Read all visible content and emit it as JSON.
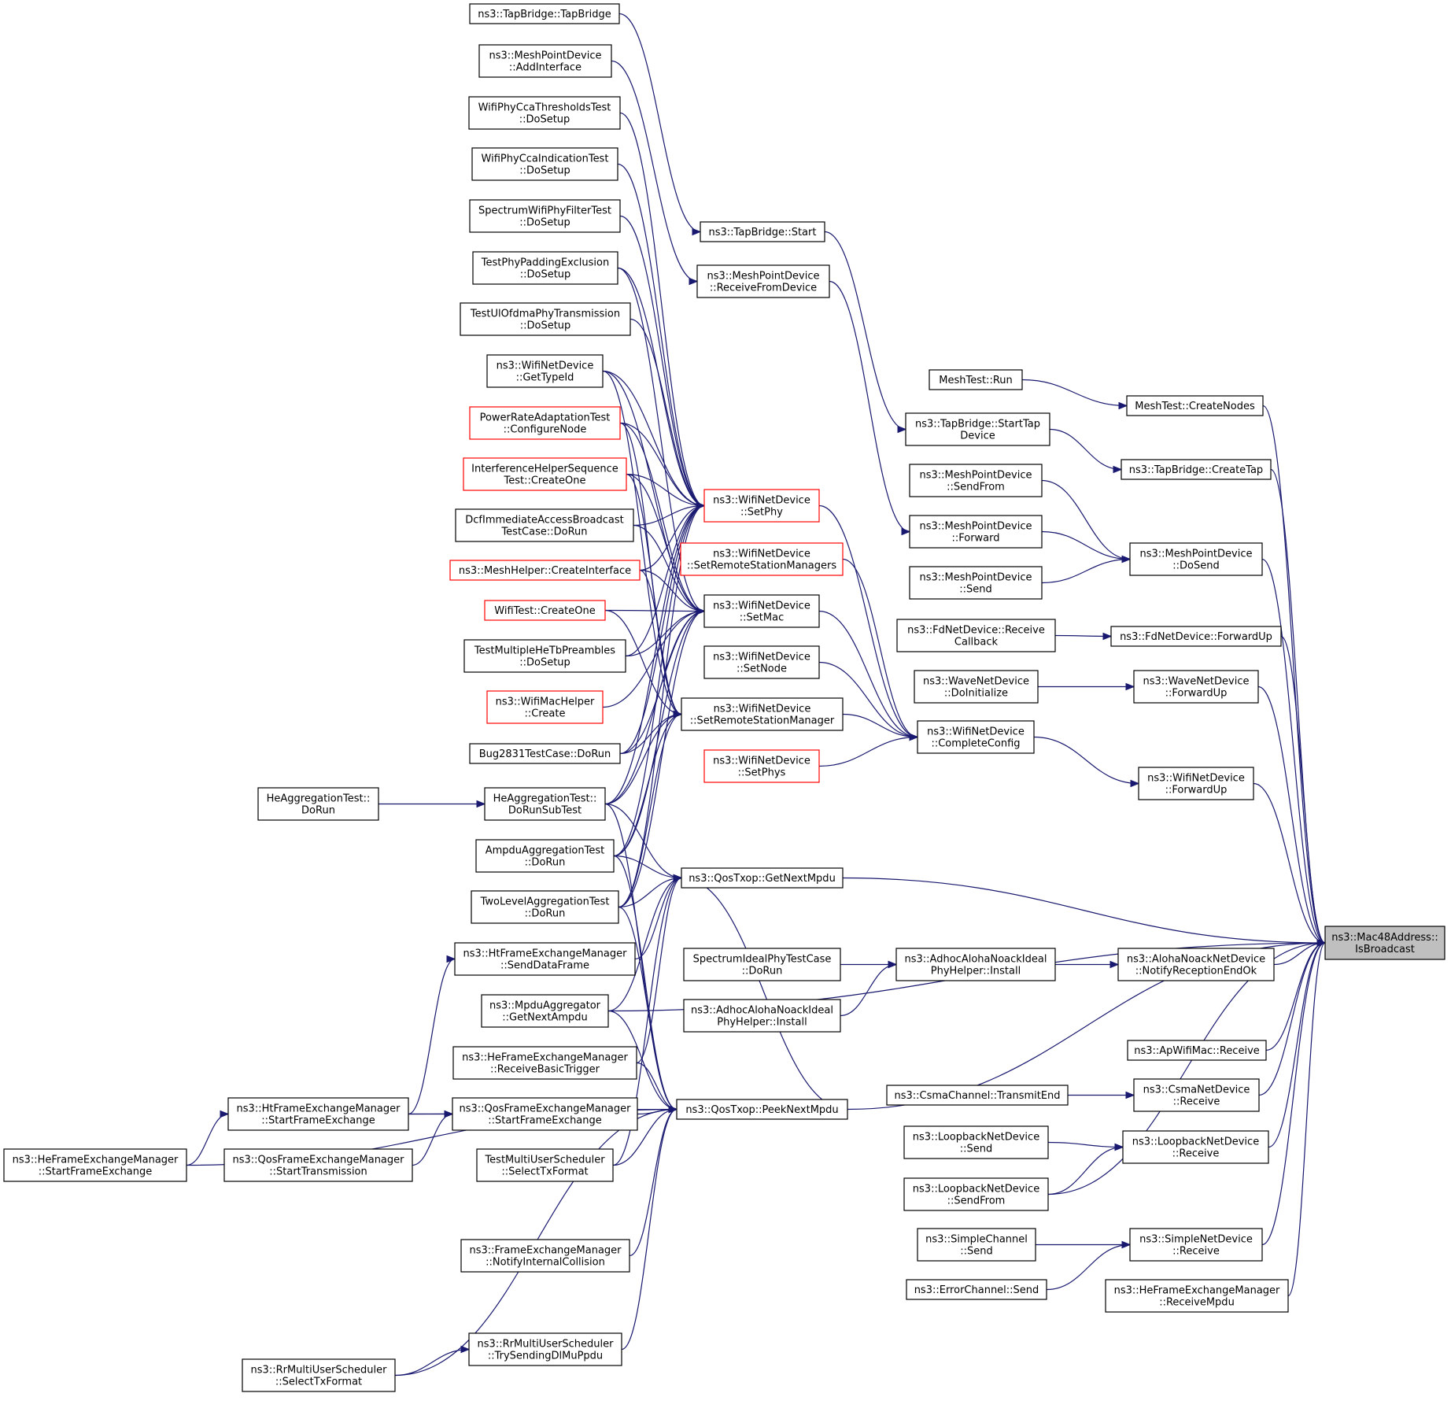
{
  "diagram": {
    "colors": {
      "edge": "#191970",
      "border": "#000000",
      "highlight_border": "#ff0000",
      "root_fill": "#bfbfbf"
    },
    "nodes": [
      {
        "id": "root",
        "lines": [
          "ns3::Mac48Address::",
          "IsBroadcast"
        ],
        "style": "root"
      },
      {
        "id": "meshtest_createnodes",
        "lines": [
          "MeshTest::CreateNodes"
        ]
      },
      {
        "id": "meshtest_run",
        "lines": [
          "MeshTest::Run"
        ]
      },
      {
        "id": "tapbridge_createtap",
        "lines": [
          "ns3::TapBridge::CreateTap"
        ]
      },
      {
        "id": "tapbridge_starttap",
        "lines": [
          "ns3::TapBridge::StartTap",
          "Device"
        ]
      },
      {
        "id": "tapbridge_start",
        "lines": [
          "ns3::TapBridge::Start"
        ]
      },
      {
        "id": "tapbridge_ctor",
        "lines": [
          "ns3::TapBridge::TapBridge"
        ]
      },
      {
        "id": "meshpoint_dosend",
        "lines": [
          "ns3::MeshPointDevice",
          "::DoSend"
        ]
      },
      {
        "id": "meshpoint_sendfrom",
        "lines": [
          "ns3::MeshPointDevice",
          "::SendFrom"
        ]
      },
      {
        "id": "meshpoint_forward",
        "lines": [
          "ns3::MeshPointDevice",
          "::Forward"
        ]
      },
      {
        "id": "meshpoint_send",
        "lines": [
          "ns3::MeshPointDevice",
          "::Send"
        ]
      },
      {
        "id": "meshpoint_receivefromdevice",
        "lines": [
          "ns3::MeshPointDevice",
          "::ReceiveFromDevice"
        ]
      },
      {
        "id": "meshpoint_addinterface",
        "lines": [
          "ns3::MeshPointDevice",
          "::AddInterface"
        ]
      },
      {
        "id": "fdnet_forwardup",
        "lines": [
          "ns3::FdNetDevice::ForwardUp"
        ]
      },
      {
        "id": "fdnet_receivecallback",
        "lines": [
          "ns3::FdNetDevice::Receive",
          "Callback"
        ]
      },
      {
        "id": "wavenet_forwardup",
        "lines": [
          "ns3::WaveNetDevice",
          "::ForwardUp"
        ]
      },
      {
        "id": "wavenet_doinitialize",
        "lines": [
          "ns3::WaveNetDevice",
          "::DoInitialize"
        ]
      },
      {
        "id": "wifinet_forwardup",
        "lines": [
          "ns3::WifiNetDevice",
          "::ForwardUp"
        ]
      },
      {
        "id": "wifinet_completeconfig",
        "lines": [
          "ns3::WifiNetDevice",
          "::CompleteConfig"
        ]
      },
      {
        "id": "wifinet_setphy",
        "lines": [
          "ns3::WifiNetDevice",
          "::SetPhy"
        ],
        "style": "red"
      },
      {
        "id": "wifinet_setremotestationmanagers",
        "lines": [
          "ns3::WifiNetDevice",
          "::SetRemoteStationManagers"
        ],
        "style": "red"
      },
      {
        "id": "wifinet_setmac",
        "lines": [
          "ns3::WifiNetDevice",
          "::SetMac"
        ]
      },
      {
        "id": "wifinet_setnode",
        "lines": [
          "ns3::WifiNetDevice",
          "::SetNode"
        ]
      },
      {
        "id": "wifinet_setremotestationmanager",
        "lines": [
          "ns3::WifiNetDevice",
          "::SetRemoteStationManager"
        ]
      },
      {
        "id": "wifinet_setphys",
        "lines": [
          "ns3::WifiNetDevice",
          "::SetPhys"
        ],
        "style": "red"
      },
      {
        "id": "ccathreshold",
        "lines": [
          "WifiPhyCcaThresholdsTest",
          "::DoSetup"
        ]
      },
      {
        "id": "ccaindication",
        "lines": [
          "WifiPhyCcaIndicationTest",
          "::DoSetup"
        ]
      },
      {
        "id": "spectrumfilter",
        "lines": [
          "SpectrumWifiPhyFilterTest",
          "::DoSetup"
        ]
      },
      {
        "id": "phypadding",
        "lines": [
          "TestPhyPaddingExclusion",
          "::DoSetup"
        ]
      },
      {
        "id": "ulofdma",
        "lines": [
          "TestUlOfdmaPhyTransmission",
          "::DoSetup"
        ]
      },
      {
        "id": "wifinet_gettypeid",
        "lines": [
          "ns3::WifiNetDevice",
          "::GetTypeId"
        ]
      },
      {
        "id": "powerrate",
        "lines": [
          "PowerRateAdaptationTest",
          "::ConfigureNode"
        ],
        "style": "red"
      },
      {
        "id": "interferencehelper",
        "lines": [
          "InterferenceHelperSequence",
          "Test::CreateOne"
        ],
        "style": "red"
      },
      {
        "id": "dcfimmediate",
        "lines": [
          "DcfImmediateAccessBroadcast",
          "TestCase::DoRun"
        ]
      },
      {
        "id": "meshhelper",
        "lines": [
          "ns3::MeshHelper::CreateInterface"
        ],
        "style": "red"
      },
      {
        "id": "wifitest",
        "lines": [
          "WifiTest::CreateOne"
        ],
        "style": "red"
      },
      {
        "id": "multiplehetb",
        "lines": [
          "TestMultipleHeTbPreambles",
          "::DoSetup"
        ]
      },
      {
        "id": "wifimachelper",
        "lines": [
          "ns3::WifiMacHelper",
          "::Create"
        ],
        "style": "red"
      },
      {
        "id": "bug2831",
        "lines": [
          "Bug2831TestCase::DoRun"
        ]
      },
      {
        "id": "heagg_dorun",
        "lines": [
          "HeAggregationTest::",
          "DoRun"
        ]
      },
      {
        "id": "heagg_dorunsubtest",
        "lines": [
          "HeAggregationTest::",
          "DoRunSubTest"
        ]
      },
      {
        "id": "ampduagg",
        "lines": [
          "AmpduAggregationTest",
          "::DoRun"
        ]
      },
      {
        "id": "twolevelagg",
        "lines": [
          "TwoLevelAggregationTest",
          "::DoRun"
        ]
      },
      {
        "id": "qostxop_getnextmpdu",
        "lines": [
          "ns3::QosTxop::GetNextMpdu"
        ]
      },
      {
        "id": "htfem_senddataframe",
        "lines": [
          "ns3::HtFrameExchangeManager",
          "::SendDataFrame"
        ]
      },
      {
        "id": "mpduaggregator",
        "lines": [
          "ns3::MpduAggregator",
          "::GetNextAmpdu"
        ]
      },
      {
        "id": "hefem_receivebasictrigger",
        "lines": [
          "ns3::HeFrameExchangeManager",
          "::ReceiveBasicTrigger"
        ]
      },
      {
        "id": "htfem_startframeexchange",
        "lines": [
          "ns3::HtFrameExchangeManager",
          "::StartFrameExchange"
        ]
      },
      {
        "id": "qosfem_startframeexchange",
        "lines": [
          "ns3::QosFrameExchangeManager",
          "::StartFrameExchange"
        ]
      },
      {
        "id": "hefem_startframeexchange",
        "lines": [
          "ns3::HeFrameExchangeManager",
          "::StartFrameExchange"
        ]
      },
      {
        "id": "qosfem_starttransmission",
        "lines": [
          "ns3::QosFrameExchangeManager",
          "::StartTransmission"
        ]
      },
      {
        "id": "testmultiuser",
        "lines": [
          "TestMultiUserScheduler",
          "::SelectTxFormat"
        ]
      },
      {
        "id": "qostxop_peeknextmpdu",
        "lines": [
          "ns3::QosTxop::PeekNextMpdu"
        ]
      },
      {
        "id": "fem_notifyinternal",
        "lines": [
          "ns3::FrameExchangeManager",
          "::NotifyInternalCollision"
        ]
      },
      {
        "id": "rr_trysending",
        "lines": [
          "ns3::RrMultiUserScheduler",
          "::TrySendingDlMuPpdu"
        ]
      },
      {
        "id": "rr_selecttxformat",
        "lines": [
          "ns3::RrMultiUserScheduler",
          "::SelectTxFormat"
        ]
      },
      {
        "id": "spectrumideal",
        "lines": [
          "SpectrumIdealPhyTestCase",
          "::DoRun"
        ]
      },
      {
        "id": "adhoc_install1",
        "lines": [
          "ns3::AdhocAlohaNoackIdeal",
          "PhyHelper::Install"
        ]
      },
      {
        "id": "adhoc_install2",
        "lines": [
          "ns3::AdhocAlohaNoackIdeal",
          "PhyHelper::Install"
        ]
      },
      {
        "id": "aloha_notify",
        "lines": [
          "ns3::AlohaNoackNetDevice",
          "::NotifyReceptionEndOk"
        ]
      },
      {
        "id": "apwifimac",
        "lines": [
          "ns3::ApWifiMac::Receive"
        ]
      },
      {
        "id": "csmachannel",
        "lines": [
          "ns3::CsmaChannel::TransmitEnd"
        ]
      },
      {
        "id": "csmanet",
        "lines": [
          "ns3::CsmaNetDevice",
          "::Receive"
        ]
      },
      {
        "id": "loopback_send",
        "lines": [
          "ns3::LoopbackNetDevice",
          "::Send"
        ]
      },
      {
        "id": "loopback_receive",
        "lines": [
          "ns3::LoopbackNetDevice",
          "::Receive"
        ]
      },
      {
        "id": "loopback_sendfrom",
        "lines": [
          "ns3::LoopbackNetDevice",
          "::SendFrom"
        ]
      },
      {
        "id": "simplechannel",
        "lines": [
          "ns3::SimpleChannel",
          "::Send"
        ]
      },
      {
        "id": "simplenet",
        "lines": [
          "ns3::SimpleNetDevice",
          "::Receive"
        ]
      },
      {
        "id": "errorchannel",
        "lines": [
          "ns3::ErrorChannel::Send"
        ]
      },
      {
        "id": "hefem_receivempdu",
        "lines": [
          "ns3::HeFrameExchangeManager",
          "::ReceiveMpdu"
        ]
      }
    ]
  }
}
